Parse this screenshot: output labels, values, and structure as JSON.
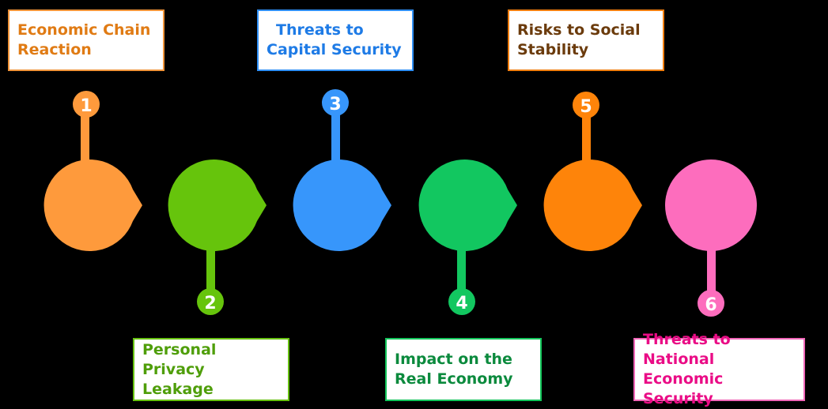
{
  "nodes": [
    {
      "number": "1",
      "label_line1": "Economic Chain",
      "label_line2": "Reaction",
      "position": "top",
      "color": "#fe9a3c"
    },
    {
      "number": "2",
      "label_line1": "Personal Privacy",
      "label_line2": "Leakage",
      "position": "bottom",
      "color": "#66c40c"
    },
    {
      "number": "3",
      "label_line1": "Threats to",
      "label_line2": "Capital Security",
      "position": "top",
      "color": "#3796fb"
    },
    {
      "number": "4",
      "label_line1": "Impact on the",
      "label_line2": "Real Economy",
      "position": "bottom",
      "color": "#12c760"
    },
    {
      "number": "5",
      "label_line1": "Risks to Social",
      "label_line2": "Stability",
      "position": "top",
      "color": "#fe840a"
    },
    {
      "number": "6",
      "label_line1": "Threats to National",
      "label_line2": "Economic Security",
      "position": "bottom",
      "color": "#fd6dbd"
    }
  ]
}
